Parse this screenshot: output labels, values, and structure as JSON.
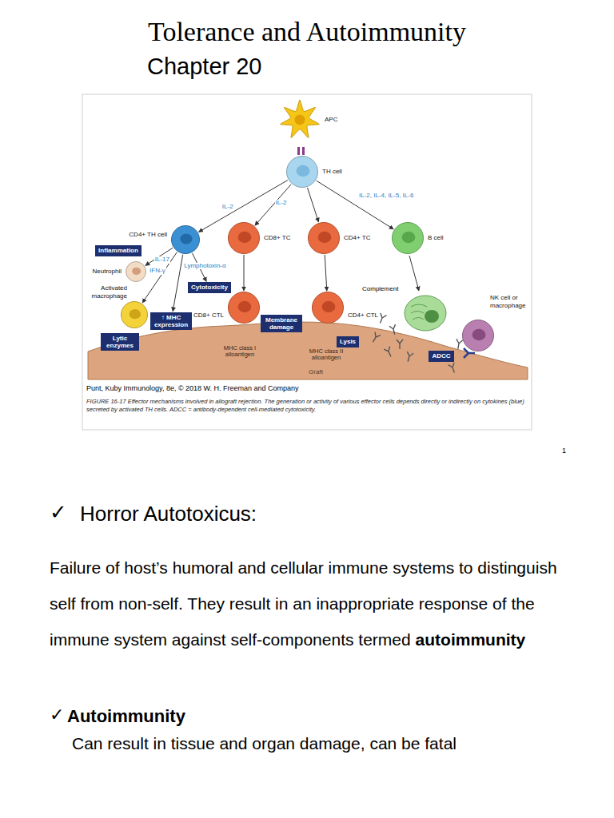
{
  "diagram": {
    "title": "Tolerance and Autoimmunity",
    "caption": "FIGURE 16-17 Effector mechanisms involved in allograft rejection. The generation or activity of various effector cells depends directly or indirectly on cytokines (blue) secreted by activated TH cells. ADCC = antibody-dependent cell-mediated cytotoxicity.",
    "nodes": [
      {
        "text": [
          "APC"
        ]
      },
      {
        "text": [
          "TH cell"
        ]
      },
      {
        "text": [
          "Inflammation"
        ]
      },
      {
        "text": [
          "Neutrophil"
        ]
      },
      {
        "text": [
          "CD4+ TH cell"
        ]
      },
      {
        "text": [
          "CD8+ TC"
        ]
      },
      {
        "text": [
          "CD4+ TC"
        ]
      },
      {
        "text": [
          "B cell"
        ]
      },
      {
        "text": [
          "Activated macrophage"
        ]
      },
      {
        "text": [
          "Cytotoxicity"
        ]
      },
      {
        "text": [
          "↑ MHC expression"
        ]
      },
      {
        "text": [
          "CD8+ CTL"
        ]
      },
      {
        "text": [
          "CD4+ CTL"
        ]
      },
      {
        "text": [
          "NK cell or macrophage"
        ]
      },
      {
        "text": [
          "Lytic enzymes"
        ]
      },
      {
        "text": [
          "Membrane damage"
        ]
      },
      {
        "text": [
          "Lysis"
        ]
      },
      {
        "text": [
          "ADCC"
        ]
      },
      {
        "text": [
          "Graft"
        ]
      }
    ],
    "edges": [
      {
        "from": 1,
        "to": 4,
        "label": "IL-2",
        "arrow": "to"
      },
      {
        "from": 1,
        "to": 5,
        "label": "IL-2",
        "arrow": "to"
      },
      {
        "from": 1,
        "to": 6,
        "arrow": "to"
      },
      {
        "from": 1,
        "to": 7,
        "label": "IL-2, IL-4, IL-5, IL-6",
        "arrow": "to"
      },
      {
        "from": 4,
        "to": 3,
        "label": "IL-17",
        "arrow": "to"
      },
      {
        "from": 4,
        "to": 8,
        "label": "IFN-γ",
        "arrow": "to"
      },
      {
        "from": 4,
        "to": 10,
        "arrow": "to"
      },
      {
        "from": 4,
        "to": 9,
        "label": "Lymphotoxin-α",
        "arrow": "to"
      },
      {
        "from": 5,
        "to": 11,
        "arrow": "to"
      },
      {
        "from": 6,
        "to": 12,
        "arrow": "to"
      }
    ],
    "labels": [
      "Chapter 20",
      "Complement",
      "MHC class I alloantigen",
      "MHC class II alloantigen",
      "Punt, Kuby Immunology, 8e, © 2018 W. H. Freeman and Company",
      "1",
      "✓",
      "Horror Autotoxicus:",
      "Failure of host’s humoral and cellular immune systems to distinguish self from non-self. They result in an inappropriate response of the immune system against self-components termed",
      "autoimmunity",
      "✓",
      "Autoimmunity",
      "Can result in tissue and organ damage, can be fatal"
    ]
  }
}
